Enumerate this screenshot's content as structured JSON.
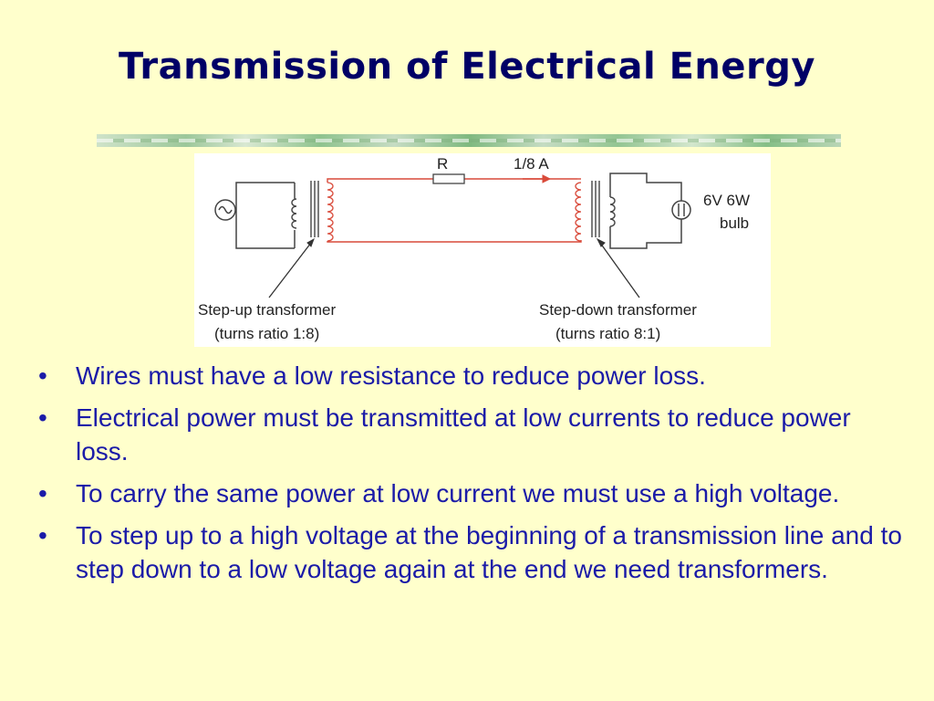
{
  "slide": {
    "title": "Transmission of Electrical Energy"
  },
  "diagram": {
    "resistor_label": "R",
    "current_label": "1/8 A",
    "bulb_label_line1": "6V  6W",
    "bulb_label_line2": "bulb",
    "stepup_label_line1": "Step-up transformer",
    "stepup_label_line2": "(turns ratio 1:8)",
    "stepdown_label_line1": "Step-down transformer",
    "stepdown_label_line2": "(turns ratio 8:1)",
    "colors": {
      "wire": "#444444",
      "line": "#d94a3a",
      "label": "#222222"
    },
    "icons": [
      "ac-source-icon",
      "transformer-icon",
      "resistor-icon",
      "current-arrow-icon",
      "bulb-icon"
    ]
  },
  "bullets": [
    "Wires must have a low resistance to reduce power loss.",
    "Electrical power must be transmitted at low currents to reduce power loss.",
    "To carry the same power at low current we must use a high voltage.",
    "To step up to a high voltage at the beginning of a transmission line and to step down to a low voltage again at the end we need transformers."
  ],
  "bullet_symbol": "•",
  "colors": {
    "background": "#ffffcc",
    "title": "#000066",
    "body_text": "#1b1ba8"
  }
}
